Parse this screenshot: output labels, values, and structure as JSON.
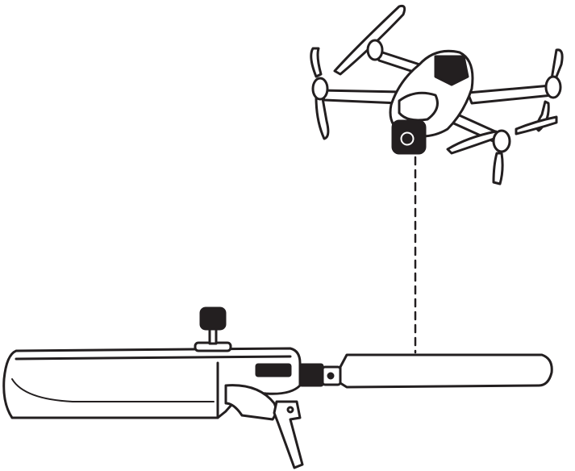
{
  "diagram": {
    "components": [
      "drone",
      "remote-controller",
      "antenna",
      "signal-line"
    ],
    "signal_line_style": "dashed",
    "colors": {
      "stroke": "#231f20",
      "fill": "#ffffff",
      "dark": "#231f20"
    }
  }
}
